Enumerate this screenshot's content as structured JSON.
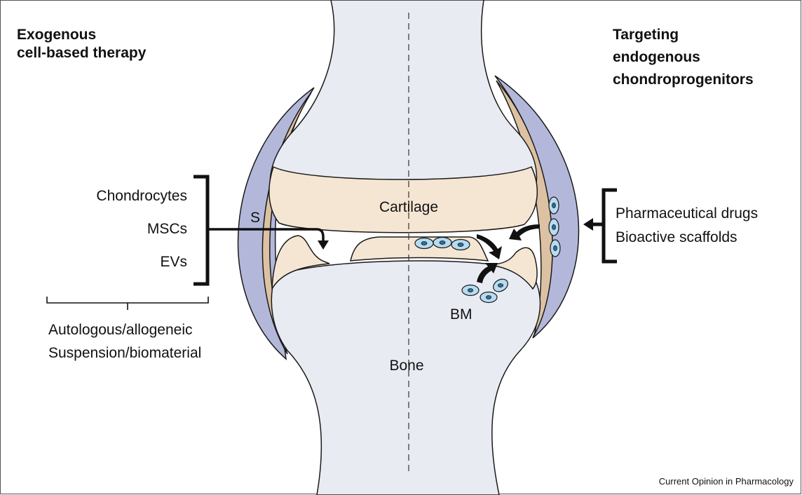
{
  "headings": {
    "left": [
      "Exogenous",
      "cell-based therapy"
    ],
    "right": [
      "Targeting",
      "endogenous",
      "chondroprogenitors"
    ]
  },
  "left_list": [
    "Chondrocytes",
    "MSCs",
    "EVs"
  ],
  "left_notes": [
    "Autologous/allogeneic",
    "Suspension/biomaterial"
  ],
  "right_list": [
    "Pharmaceutical drugs",
    "Bioactive scaffolds"
  ],
  "structure_labels": {
    "cartilage": "Cartilage",
    "bone": "Bone",
    "synovium": "S",
    "bone_marrow": "BM"
  },
  "credit": "Current Opinion in Pharmacology",
  "colors": {
    "bone": "#e9ebf3",
    "cartilage": "#f5e6d3",
    "synovium": "#dcc2a2",
    "capsule": "#b3b8db",
    "cell_fill": "#b7dbf0",
    "cell_nucleus": "#2f6f99",
    "outline": "#1a1a1a"
  }
}
